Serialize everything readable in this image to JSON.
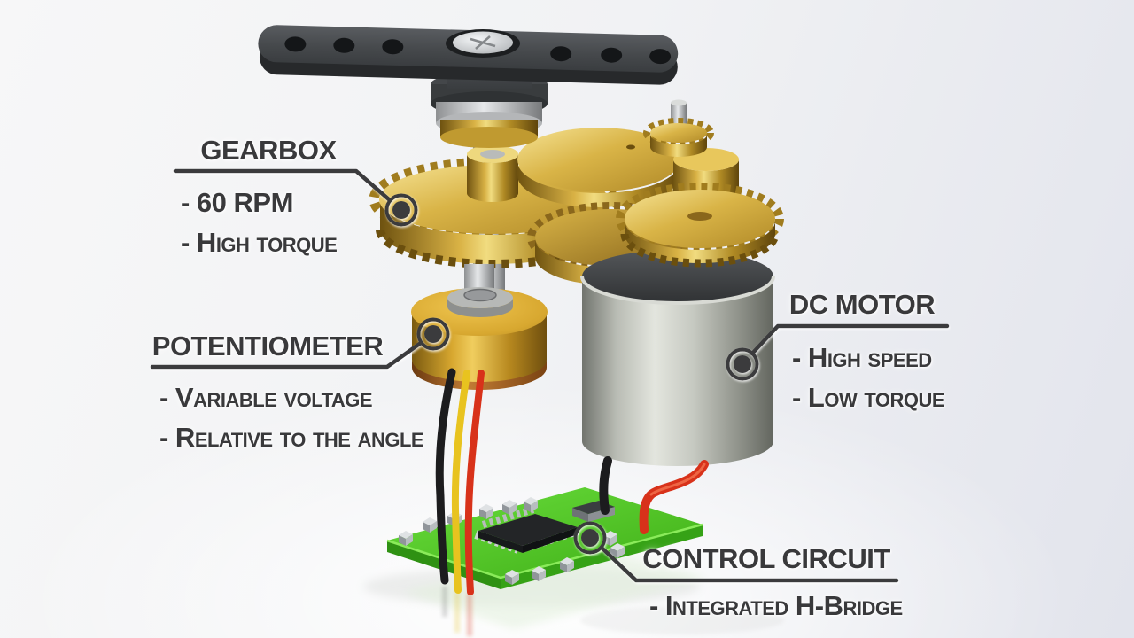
{
  "callouts": [
    {
      "id": "gearbox",
      "title": "GEARBOX",
      "items": [
        "- 60 RPM",
        "- High torque"
      ]
    },
    {
      "id": "potentiometer",
      "title": "POTENTIOMETER",
      "items": [
        "- Variable voltage",
        "- Relative to the angle"
      ]
    },
    {
      "id": "dc_motor",
      "title": "DC MOTOR",
      "items": [
        "- High speed",
        "- Low torque"
      ]
    },
    {
      "id": "control_circuit",
      "title": "CONTROL CIRCUIT",
      "items": [
        "- Integrated H-Bridge"
      ]
    }
  ],
  "colors": {
    "label_text": "#39393b",
    "leader_line": "#3a3a3c",
    "gear_brass": "#d9b447",
    "potentiometer_yellow": "#d8a830",
    "motor_gray": "#b9bcb4",
    "pcb_green": "#4cc424",
    "wire_black": "#1c1c1e",
    "wire_red": "#d8321a",
    "wire_yellow": "#e8c31f"
  }
}
